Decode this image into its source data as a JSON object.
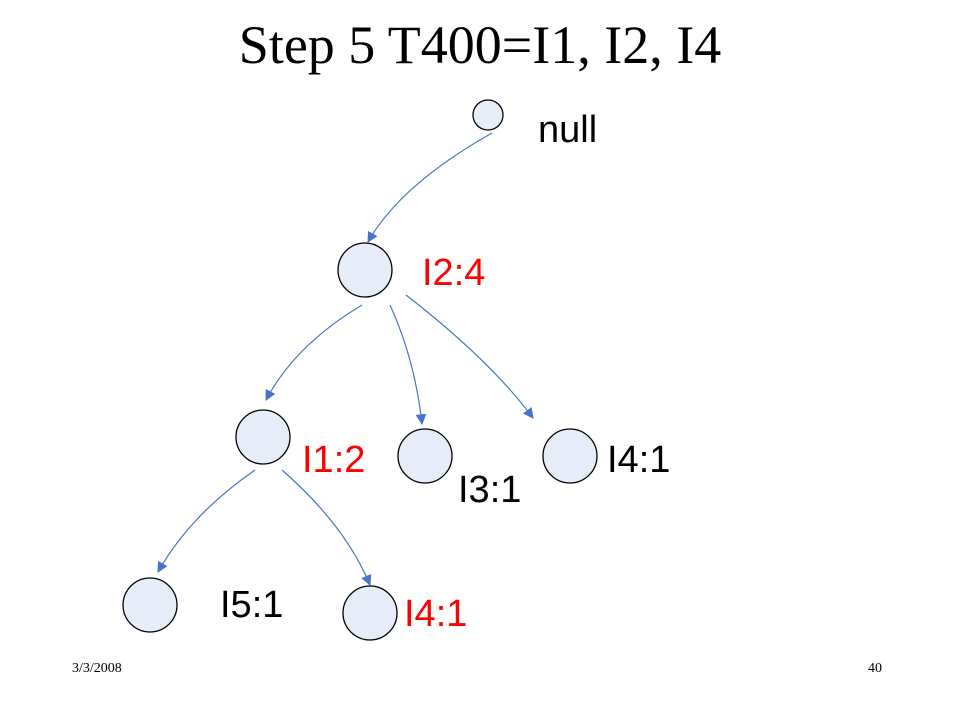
{
  "slide": {
    "title": "Step 5 T400=I1, I2, I4",
    "date": "3/3/2008",
    "page_number": "40"
  },
  "colors": {
    "highlight": "#ff0000",
    "normal": "#000000",
    "node_fill": "#e6edf8",
    "edge": "#4a74c9"
  },
  "tree": {
    "nodes": [
      {
        "id": "root",
        "label": "null",
        "highlighted": false
      },
      {
        "id": "i2",
        "label": "I2:4",
        "highlighted": true
      },
      {
        "id": "i1",
        "label": "I1:2",
        "highlighted": true
      },
      {
        "id": "i3",
        "label": "I3:1",
        "highlighted": false
      },
      {
        "id": "i4a",
        "label": "I4:1",
        "highlighted": false
      },
      {
        "id": "i5",
        "label": "I5:1",
        "highlighted": false
      },
      {
        "id": "i4b",
        "label": "I4:1",
        "highlighted": true
      }
    ],
    "edges": [
      {
        "from": "root",
        "to": "i2"
      },
      {
        "from": "i2",
        "to": "i1"
      },
      {
        "from": "i2",
        "to": "i3"
      },
      {
        "from": "i2",
        "to": "i4a"
      },
      {
        "from": "i1",
        "to": "i5"
      },
      {
        "from": "i1",
        "to": "i4b"
      }
    ]
  }
}
